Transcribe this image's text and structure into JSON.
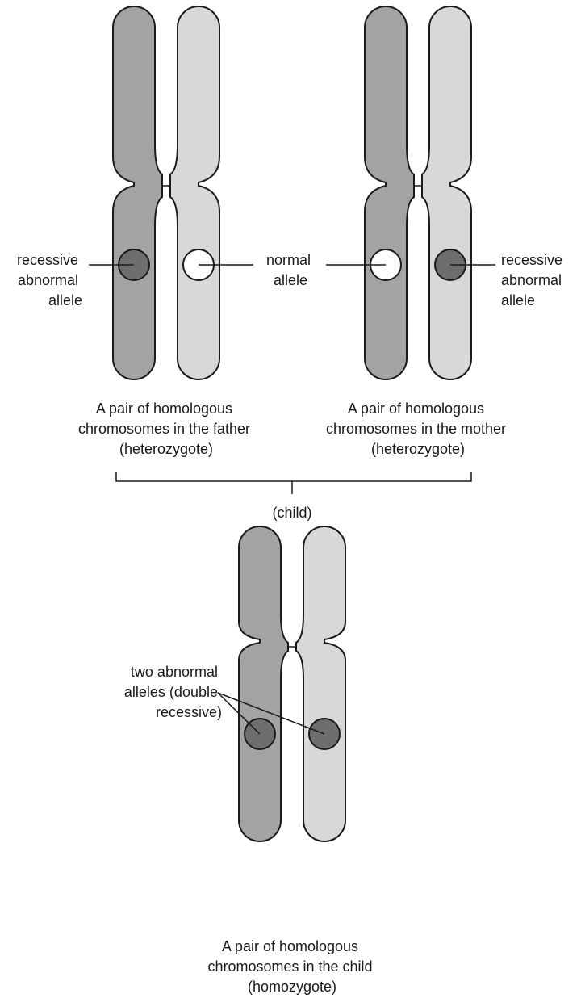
{
  "colors": {
    "dark_chromatid": "#a3a3a5",
    "light_chromatid": "#d8d8d9",
    "abnormal_allele": "#6e6e70",
    "normal_allele": "#ffffff",
    "outline": "#1a1a1a"
  },
  "father": {
    "label_left": [
      "recessive",
      "abnormal",
      "allele"
    ],
    "caption": [
      "A pair of homologous",
      "chromosomes in the father",
      "(heterozygote)"
    ]
  },
  "mother": {
    "label_right": [
      "recessive",
      "abnormal",
      "allele"
    ],
    "caption": [
      "A pair of homologous",
      "chromosomes in the mother",
      "(heterozygote)"
    ]
  },
  "shared": {
    "normal_label": [
      "normal",
      "allele"
    ]
  },
  "bracket": {
    "label": "(child)"
  },
  "child": {
    "label": [
      "two abnormal",
      "alleles (double",
      "recessive)"
    ],
    "caption": [
      "A pair of homologous",
      "chromosomes in the child",
      "(homozygote)"
    ]
  }
}
